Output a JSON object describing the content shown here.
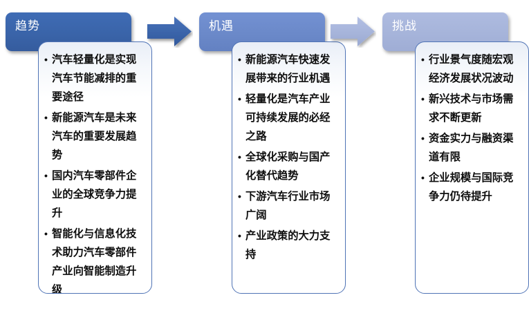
{
  "diagram": {
    "title_semantic": "automotive-parts-industry-trends-opportunities-challenges",
    "type": "three-stage-process",
    "accent_colors": {
      "stage_1_header": "#3a64a9",
      "stage_2_header": "#6b89c9",
      "stage_3_header": "#a6b4da",
      "arrow_1": "#3a64a9",
      "arrow_2": "#a6b4da",
      "card_border": "#4f73b5",
      "text": "#0d0d0d",
      "header_text": "#ffffff"
    },
    "columns": [
      {
        "id": "trends",
        "header": "趋势",
        "bullets": [
          "汽车轻量化是实现汽车节能减排的重要途径",
          "新能源汽车是未来汽车的重要发展趋势",
          "国内汽车零部件企业的全球竞争力提升",
          "智能化与信息化技术助力汽车零部件产业向智能制造升级"
        ]
      },
      {
        "id": "opportunities",
        "header": "机遇",
        "bullets": [
          "新能源汽车快速发展带来的行业机遇",
          "轻量化是汽车产业可持续发展的必经之路",
          "全球化采购与国产化替代趋势",
          "下游汽车行业市场广阔",
          "产业政策的大力支持"
        ]
      },
      {
        "id": "challenges",
        "header": "挑战",
        "bullets": [
          "行业景气度随宏观经济发展状况波动",
          "新兴技术与市场需求不断更新",
          "资金实力与融资渠道有限",
          "企业规模与国际竞争力仍待提升"
        ]
      }
    ],
    "arrows": [
      {
        "id": "arrow-trends-to-opportunities",
        "label": ""
      },
      {
        "id": "arrow-opportunities-to-challenges",
        "label": ""
      }
    ]
  }
}
